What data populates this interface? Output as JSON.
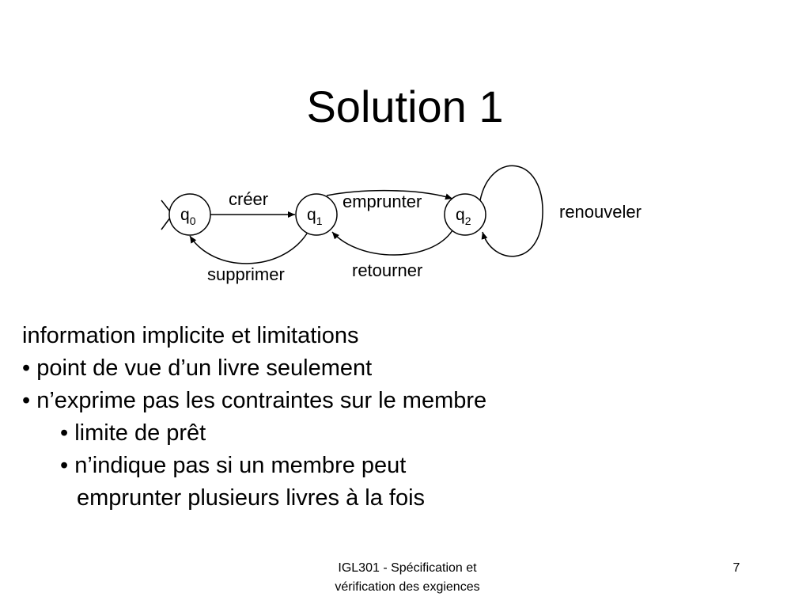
{
  "slide": {
    "title": "Solution 1",
    "footer_line1": "IGL301 - Spécification et",
    "footer_line2": "vérification des exgiences",
    "page_number": "7"
  },
  "diagram": {
    "states": [
      {
        "name": "q",
        "sub": "0"
      },
      {
        "name": "q",
        "sub": "1"
      },
      {
        "name": "q",
        "sub": "2"
      }
    ],
    "transitions": [
      {
        "label": "créer",
        "from": "q0",
        "to": "q1"
      },
      {
        "label": "emprunter",
        "from": "q1",
        "to": "q2"
      },
      {
        "label": "retourner",
        "from": "q2",
        "to": "q1"
      },
      {
        "label": "supprimer",
        "from": "q1",
        "to": "q0"
      },
      {
        "label": "renouveler",
        "from": "q2",
        "to": "q2"
      }
    ]
  },
  "content": {
    "heading": "information implicite et limitations",
    "bullets": [
      "• point de vue d’un livre seulement",
      "• n’exprime pas les contraintes sur le membre"
    ],
    "sub_bullets": [
      "• limite de prêt",
      "• n’indique pas si un membre peut"
    ],
    "continuation": "emprunter plusieurs livres à la fois"
  }
}
